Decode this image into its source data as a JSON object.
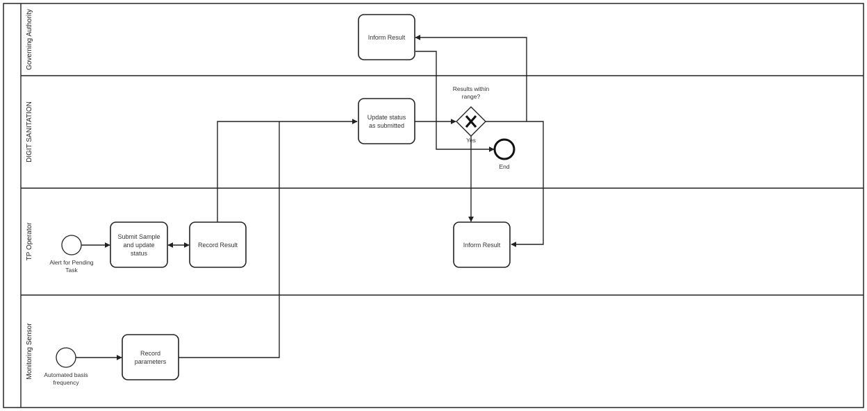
{
  "diagram": {
    "type": "bpmn-swimlane",
    "lanes": [
      {
        "id": "governing",
        "label": "Governing Authority"
      },
      {
        "id": "digit",
        "label": "DIGIT SANITATION"
      },
      {
        "id": "tp",
        "label": "TP Operator"
      },
      {
        "id": "sensor",
        "label": "Monitoring Sensor"
      }
    ],
    "tasks": {
      "inform_result_authority": {
        "lines": [
          "Inform Result"
        ],
        "lane": "Governing Authority"
      },
      "update_status": {
        "lines": [
          "Update status",
          "as submitted"
        ],
        "lane": "DIGIT SANITATION"
      },
      "submit_sample": {
        "lines": [
          "Submit Sample",
          "and update",
          "status"
        ],
        "lane": "TP Operator"
      },
      "record_result": {
        "lines": [
          "Record Result"
        ],
        "lane": "TP Operator"
      },
      "inform_result_operator": {
        "lines": [
          "Inform Result"
        ],
        "lane": "TP Operator"
      },
      "record_parameters": {
        "lines": [
          "Record",
          "parameters"
        ],
        "lane": "Monitoring Sensor"
      }
    },
    "events": {
      "start_alert": {
        "type": "start",
        "lines": [
          "Alert for Pending",
          "Task"
        ]
      },
      "start_automated": {
        "type": "start",
        "lines": [
          "Automated basis",
          "frequency"
        ]
      },
      "end": {
        "type": "end",
        "lines": [
          "End"
        ]
      }
    },
    "gateway": {
      "type": "exclusive",
      "question_lines": [
        "Results within",
        "range?"
      ],
      "yes_label": "Yes"
    },
    "flows": [
      {
        "from": "Alert for Pending Task",
        "to": "Submit Sample and update status"
      },
      {
        "from": "Submit Sample and update status",
        "to": "Record Result",
        "bidirectional": true
      },
      {
        "from": "Record Result",
        "to": "Update status as submitted"
      },
      {
        "from": "Automated basis frequency",
        "to": "Record parameters"
      },
      {
        "from": "Record parameters",
        "to": "Update status as submitted"
      },
      {
        "from": "Update status as submitted",
        "to": "Results within range?"
      },
      {
        "from": "Results within range?",
        "to": "Inform Result (TP Operator)",
        "label": "Yes"
      },
      {
        "from": "Results within range?",
        "to": "Inform Result (Governing Authority)"
      },
      {
        "from": "Results within range?",
        "to": "Inform Result (TP Operator)"
      },
      {
        "from": "Inform Result (Governing Authority)",
        "to": "End"
      }
    ]
  }
}
